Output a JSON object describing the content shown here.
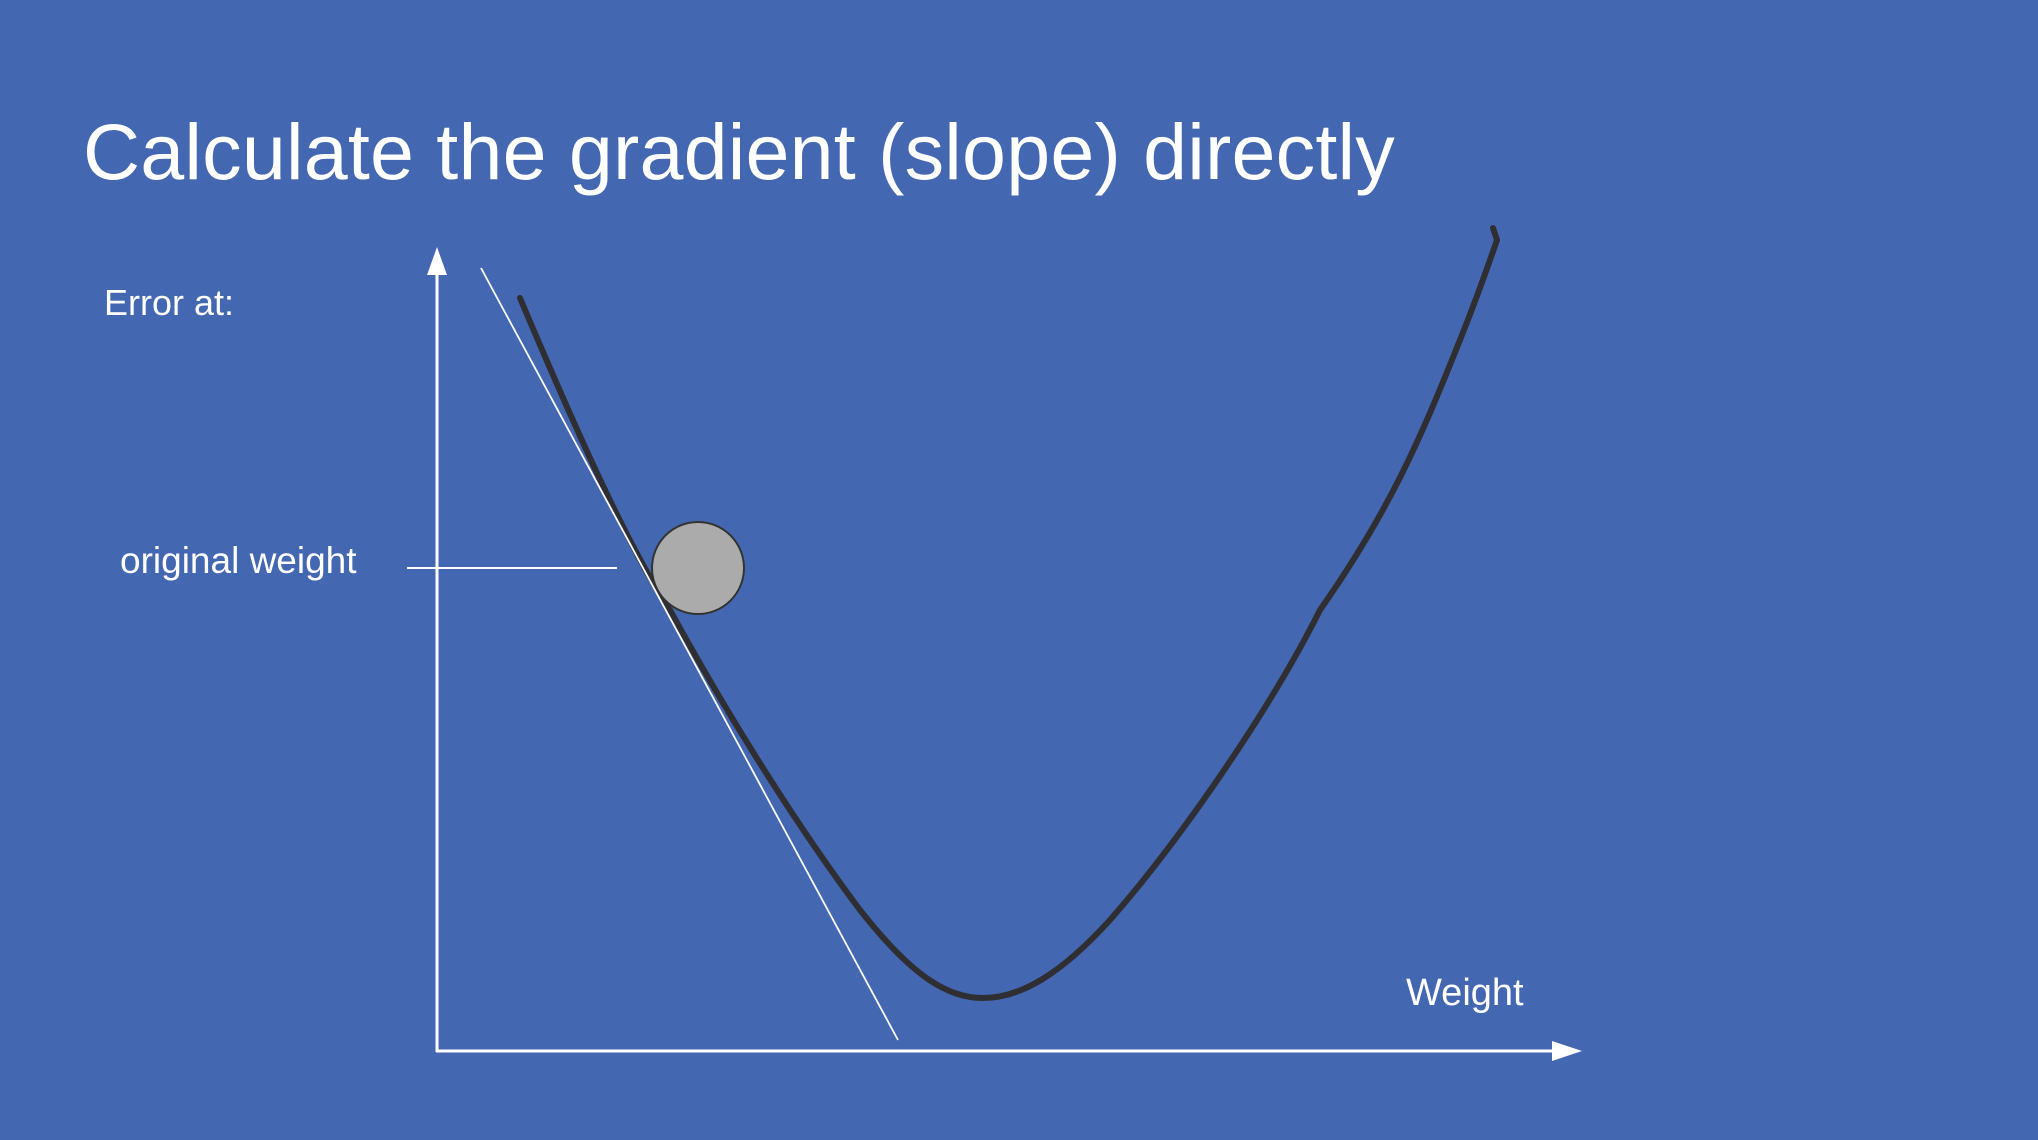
{
  "slide": {
    "title": "Calculate the gradient (slope) directly",
    "background_color": "#4467b1"
  },
  "diagram": {
    "y_axis_label": "Error at:",
    "marker_label": "original weight",
    "x_axis_label": "Weight",
    "colors": {
      "axis": "#ffffff",
      "curve": "#2f2f33",
      "tangent": "#ffffff",
      "ball_fill": "#ababab",
      "ball_stroke": "#333333"
    }
  }
}
